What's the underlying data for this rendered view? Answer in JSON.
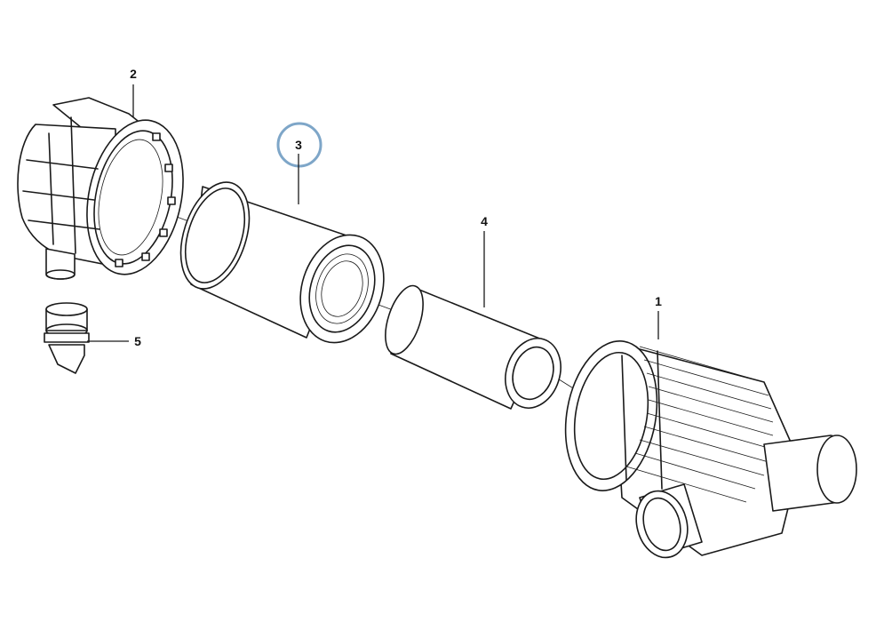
{
  "callouts": [
    {
      "id": "1",
      "label": "1"
    },
    {
      "id": "2",
      "label": "2"
    },
    {
      "id": "3",
      "label": "3",
      "highlighted": true
    },
    {
      "id": "4",
      "label": "4"
    },
    {
      "id": "5",
      "label": "5"
    }
  ],
  "colors": {
    "line": "#1a1a1a",
    "highlight_ring": "#7ea6c8",
    "background": "#ffffff"
  }
}
